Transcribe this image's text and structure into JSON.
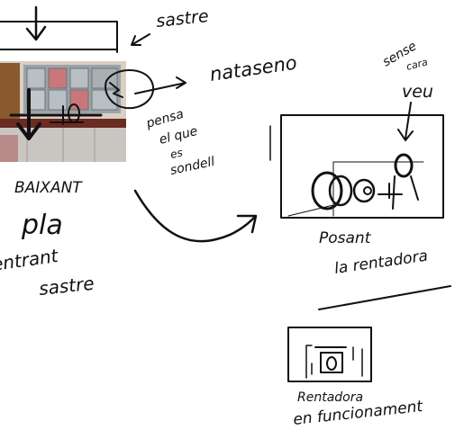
{
  "labels": {
    "sastre": "sastre",
    "nataseno": "nataseno",
    "sense_cara_veu": [
      "sense",
      "cara",
      "veu"
    ],
    "pensa_el_que_es_sondell": [
      "pensa",
      "el que",
      "es",
      "sondell"
    ],
    "baixant": "BAIXANT",
    "pla": "pla",
    "entrant_sastre": [
      "entrant",
      "sastre"
    ],
    "posant_la_rentadora": [
      "Posant",
      "la rentadora"
    ],
    "rentadora_en_funcionament": [
      "Rentadora",
      "en funcionament"
    ]
  },
  "colors": {
    "ink": "#111111",
    "photo_window": "#9aa3a8",
    "photo_cabinet": "#8a5a2e",
    "photo_counter": "#6b2a22",
    "photo_wall": "#d9cfc2",
    "photo_cupboard": "#c9c6c2"
  }
}
